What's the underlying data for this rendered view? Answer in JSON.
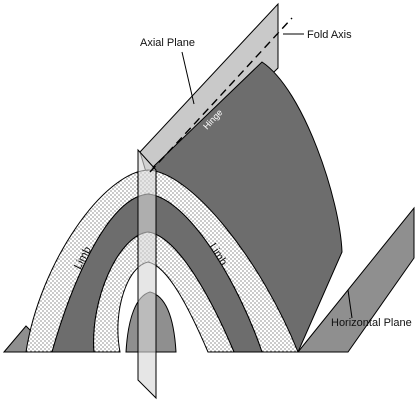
{
  "diagram": {
    "labels": {
      "axial_plane": "Axial Plane",
      "fold_axis": "Fold Axis",
      "hinge": "Hinge",
      "limb_left": "Limb",
      "limb_right": "Limb",
      "horizontal_plane": "Horizontal Plane"
    }
  }
}
